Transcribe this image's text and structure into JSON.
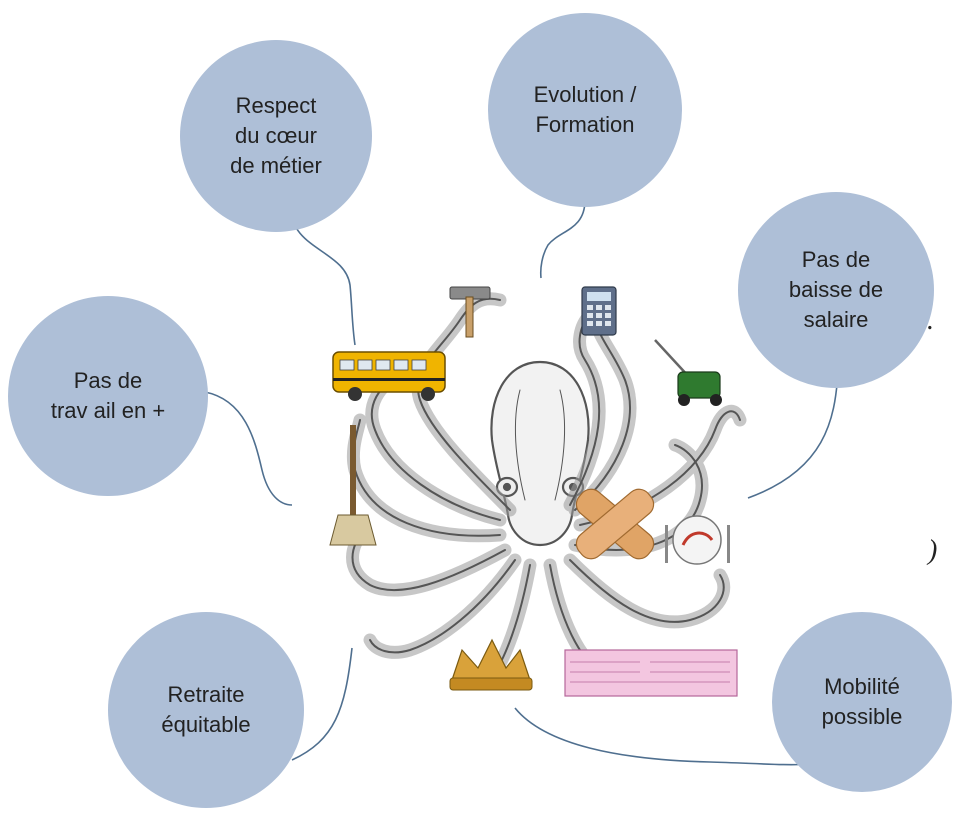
{
  "diagram": {
    "center": {
      "icon": "octopus-illustration",
      "items": [
        {
          "icon": "school-bus-icon"
        },
        {
          "icon": "hammer-icon"
        },
        {
          "icon": "calculator-icon"
        },
        {
          "icon": "lawn-mower-icon"
        },
        {
          "icon": "broom-icon"
        },
        {
          "icon": "bandage-icon"
        },
        {
          "icon": "plate-cutlery-icon"
        },
        {
          "icon": "crown-icon"
        },
        {
          "icon": "pay-slip-icon"
        }
      ]
    },
    "nodes": [
      {
        "id": "respect",
        "label": "Respect\ndu cœur\nde métier"
      },
      {
        "id": "evolution",
        "label": "Evolution /\nFormation"
      },
      {
        "id": "salaire",
        "label": "Pas de\nbaisse de\nsalaire"
      },
      {
        "id": "travail",
        "label": "Pas de\ntrav ail en +"
      },
      {
        "id": "retraite",
        "label": "Retraite\néquitable"
      },
      {
        "id": "mobilite",
        "label": "Mobilité\npossible"
      }
    ],
    "edge_glyphs": [
      ".",
      ")"
    ],
    "colors": {
      "bubble_fill": "#aebfd7",
      "connector": "#4f6f8f",
      "text": "#222222",
      "octopus_ink": "#555555"
    }
  }
}
